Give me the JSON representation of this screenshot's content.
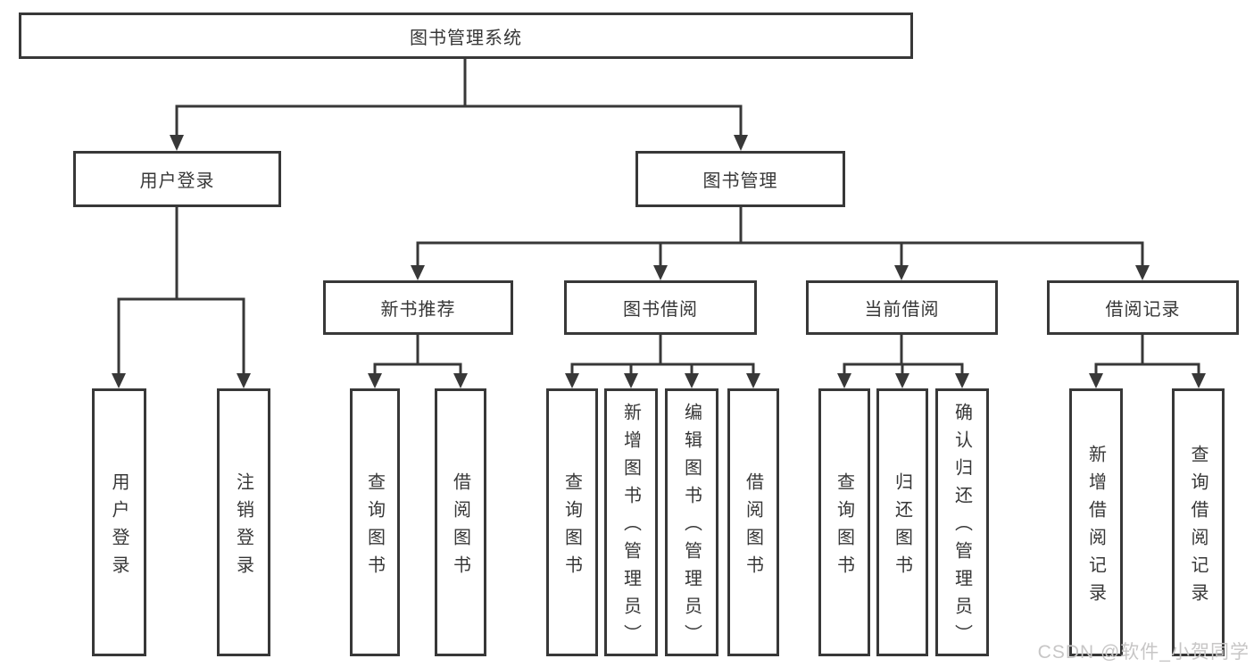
{
  "colors": {
    "line": "#383838",
    "text": "#373737",
    "background": "#ffffff",
    "watermark": "#c7c6c6"
  },
  "watermark": {
    "text": "CSDN @软件_小贺同学"
  },
  "tree": {
    "label": "图书管理系统",
    "children": [
      {
        "label": "用户登录",
        "children": [
          {
            "label": "用户登录"
          },
          {
            "label": "注销登录"
          }
        ]
      },
      {
        "label": "图书管理",
        "children": [
          {
            "label": "新书推荐",
            "children": [
              {
                "label": "查询图书"
              },
              {
                "label": "借阅图书"
              }
            ]
          },
          {
            "label": "图书借阅",
            "children": [
              {
                "label": "查询图书"
              },
              {
                "label": "新增图书（管理员）"
              },
              {
                "label": "编辑图书（管理员）"
              },
              {
                "label": "借阅图书"
              }
            ]
          },
          {
            "label": "当前借阅",
            "children": [
              {
                "label": "查询图书"
              },
              {
                "label": "归还图书"
              },
              {
                "label": "确认归还（管理员）"
              }
            ]
          },
          {
            "label": "借阅记录",
            "children": [
              {
                "label": "新增借阅记录"
              },
              {
                "label": "查询借阅记录"
              }
            ]
          }
        ]
      }
    ]
  }
}
